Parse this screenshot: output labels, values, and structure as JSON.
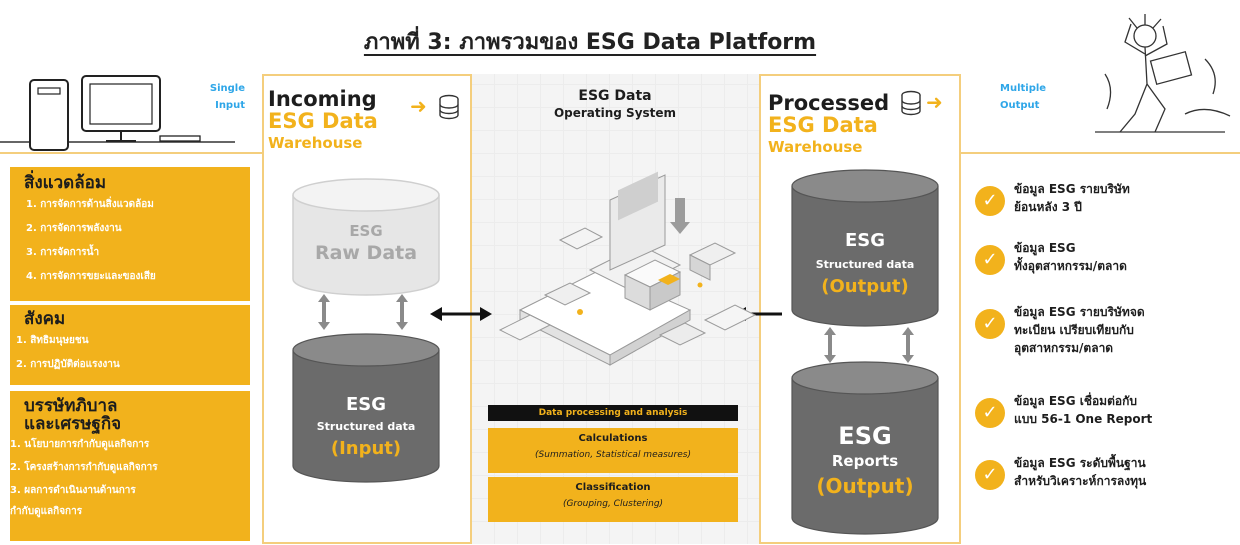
{
  "title": "ภาพที่ 3: ภาพรวมของ ESG Data Platform",
  "input_label": [
    "Single",
    "Input"
  ],
  "output_label": [
    "Multiple",
    "Output"
  ],
  "incoming": {
    "line1": "Incoming",
    "line2": "ESG Data",
    "line3": "Warehouse"
  },
  "os": {
    "line1": "ESG Data",
    "line2": "Operating System"
  },
  "processed": {
    "line1": "Processed",
    "line2": "ESG Data",
    "line3": "Warehouse"
  },
  "categories": [
    {
      "heading": "สิ่งแวดล้อม",
      "items": [
        "1. การจัดการด้านสิ่งแวดล้อม",
        "2. การจัดการพลังงาน",
        "3. การจัดการน้ำ",
        "4. การจัดการขยะและของเสีย"
      ]
    },
    {
      "heading": "สังคม",
      "items": [
        "1. สิทธิมนุษยชน",
        "2. การปฏิบัติต่อแรงงาน"
      ]
    },
    {
      "heading_lines": [
        "บรรษัทภิบาล",
        "และเศรษฐกิจ"
      ],
      "items": [
        "1. นโยบายการกำกับดูแลกิจการ",
        "2. โครงสร้างการกำกับดูแลกิจการ",
        "3. ผลการดำเนินงานด้านการ",
        "กำกับดูแลกิจการ"
      ]
    }
  ],
  "cylinders": {
    "raw": {
      "line1": "ESG",
      "line2": "Raw Data"
    },
    "input": {
      "line1": "ESG",
      "line2": "Structured data",
      "line3": "(Input)"
    },
    "output_structured": {
      "line1": "ESG",
      "line2": "Structured data",
      "line3": "(Output)"
    },
    "reports": {
      "line1": "ESG",
      "line2": "Reports",
      "line3": "(Output)"
    }
  },
  "processing": {
    "header": "Data processing and analysis",
    "blocks": [
      {
        "title": "Calculations",
        "subtitle": "(Summation, Statistical measures)"
      },
      {
        "title": "Classification",
        "subtitle": "(Grouping, Clustering)"
      }
    ]
  },
  "outputs": [
    [
      "ข้อมูล ESG รายบริษัท",
      "ย้อนหลัง 3 ปี"
    ],
    [
      "ข้อมูล ESG",
      "ทั้งอุตสาหกรรม/ตลาด"
    ],
    [
      "ข้อมูล ESG รายบริษัทจด",
      "ทะเบียน เปรียบเทียบกับ",
      "อุตสาหกรรม/ตลาด"
    ],
    [
      "ข้อมูล ESG เชื่อมต่อกับ",
      "แบบ 56-1 One Report"
    ],
    [
      "ข้อมูล ESG ระดับพื้นฐาน",
      "สำหรับวิเคราะห์การลงทุน"
    ]
  ],
  "colors": {
    "accent": "#f2b21c",
    "blue": "#2ea6e8",
    "panel_border": "#f4ce7d",
    "dark_cylinder": "#6b6b6b"
  },
  "icons": [
    "computer-icon",
    "database-icon",
    "checkmark-icon",
    "stressed-person-icon",
    "isometric-platform-illustration"
  ]
}
